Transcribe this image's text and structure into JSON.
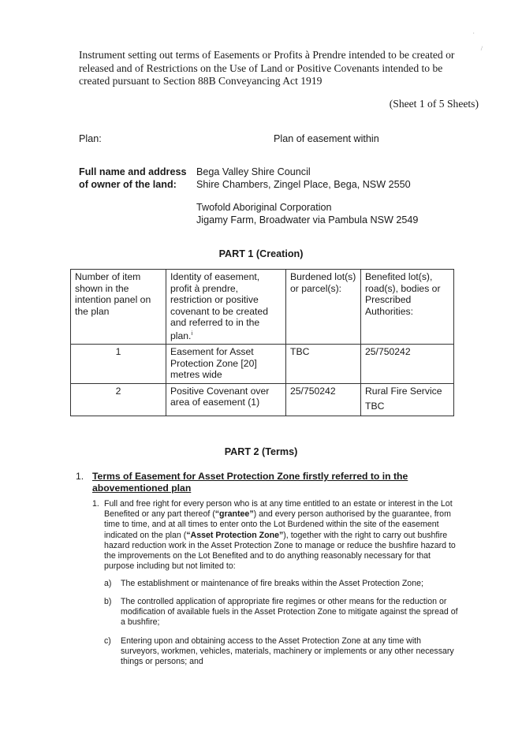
{
  "header": {
    "instrument_text": "Instrument setting out terms of Easements or Profits à Prendre intended to be created or released and of Restrictions on the Use of Land or Positive Covenants intended to be created pursuant to Section 88B Conveyancing Act 1919",
    "sheet_label": "(Sheet 1 of 5 Sheets)"
  },
  "plan": {
    "label": "Plan:",
    "value": "Plan of easement within"
  },
  "owner": {
    "label": "Full name and address of owner of the land:",
    "owner1_name": "Bega Valley Shire Council",
    "owner1_address": "Shire Chambers, Zingel Place, Bega, NSW 2550",
    "owner2_name": "Twofold Aboriginal Corporation",
    "owner2_address": "Jigamy Farm, Broadwater via Pambula NSW 2549"
  },
  "part1": {
    "title": "PART 1 (Creation)",
    "headers": [
      "Number of item shown in the intention panel on the plan",
      "Identity of easement, profit à prendre, restriction or positive covenant to be created and referred to in the plan.",
      "Burdened lot(s) or parcel(s):",
      "Benefited lot(s), road(s), bodies or Prescribed Authorities:"
    ],
    "header_footnote_mark": "i",
    "rows": [
      {
        "number": "1",
        "identity": "Easement for Asset Protection Zone [20] metres wide",
        "burdened": "TBC",
        "benefited": "25/750242",
        "benefited_extra": ""
      },
      {
        "number": "2",
        "identity": "Positive Covenant over area of easement (1)",
        "burdened": "25/750242",
        "benefited": "Rural Fire Service",
        "benefited_extra": "TBC"
      }
    ]
  },
  "part2": {
    "title": "PART 2 (Terms)",
    "section1_number": "1.",
    "section1_title": "Terms of Easement for Asset Protection Zone firstly referred to in the abovementioned plan",
    "para1_number": "1.",
    "para1_text_a": "Full and free right for every person who is at any time entitled to an estate or interest in the Lot Benefited or any part thereof (",
    "para1_bold_a": "“grantee”",
    "para1_text_b": ") and every person authorised by the guarantee, from time to time, and at all times to enter onto the Lot Burdened within the site of the easement indicated on the plan (",
    "para1_bold_b": "“Asset Protection Zone”",
    "para1_text_c": "), together with the right to carry out bushfire hazard reduction work in the Asset Protection Zone to manage or reduce the bushfire hazard to the improvements on the Lot Benefited and to do anything reasonably necessary for that purpose including but not limited to:",
    "items": [
      {
        "letter": "a)",
        "text": "The establishment or maintenance of fire breaks within the Asset Protection Zone;"
      },
      {
        "letter": "b)",
        "text": "The controlled application of appropriate fire regimes or other means for the reduction or modification of available fuels in the Asset Protection Zone to mitigate against the spread of a bushfire;"
      },
      {
        "letter": "c)",
        "text": "Entering upon and obtaining access to the Asset Protection Zone at any time with surveyors, workmen, vehicles, materials, machinery or implements or any other necessary things or persons; and"
      }
    ]
  }
}
